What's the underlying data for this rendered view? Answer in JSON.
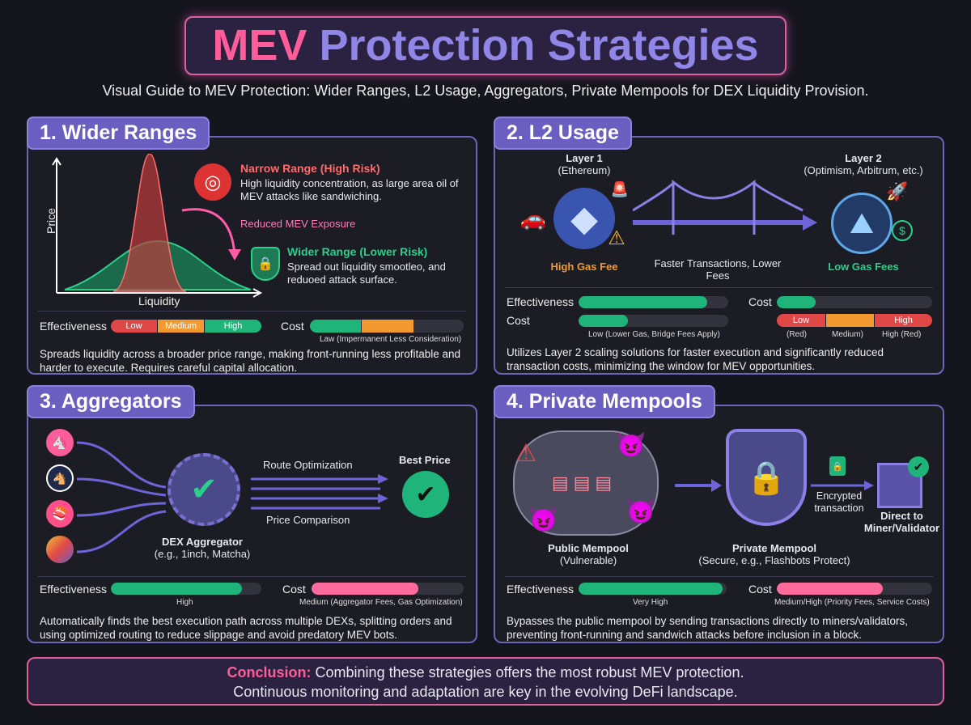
{
  "title": {
    "part1": "MEV",
    "part2": "Protection Strategies"
  },
  "subtitle": "Visual Guide to MEV Protection: Wider Ranges, L2 Usage, Aggregators, Private Mempools for DEX Liquidity Provision.",
  "colors": {
    "accent_pink": "#ff5c9a",
    "accent_purple": "#6a5fc0",
    "green": "#1fb57a",
    "red": "#e04848",
    "orange": "#f29a30"
  },
  "panels": [
    {
      "title": "1. Wider Ranges",
      "y_axis": "Price",
      "x_axis": "Liquidity",
      "narrow": {
        "heading": "Narrow Range (High Risk)",
        "text": "High liquidity concentration, as large area oil of MEV attacks like sandwiching."
      },
      "arrow_label": "Reduced MEV Exposure",
      "wider": {
        "heading": "Wider Range (Lower Risk)",
        "text": "Spread out liquidity smootleo, and reduoed attack surface."
      },
      "effectiveness_label": "Effectiveness",
      "scale": [
        "Low",
        "Medium",
        "High"
      ],
      "cost_label": "Cost",
      "cost_fill_segments": 2,
      "cost_note": "Law (Impermanent Less Consideration)",
      "description": "Spreads liquidity across a broader price range, making front-running less profitable and harder to execute. Requires careful capital allocation."
    },
    {
      "title": "2. L2 Usage",
      "layer1": {
        "title": "Layer 1",
        "sub": "(Ethereum)",
        "fee": "High Gas Fee"
      },
      "bridge_label": "Faster Transactions, Lower Fees",
      "layer2": {
        "title": "Layer 2",
        "sub": "(Optimism, Arbitrum, etc.)",
        "fee": "Low Gas Fees"
      },
      "effectiveness_label": "Effectiveness",
      "effectiveness": 0.86,
      "cost_label": "Cost",
      "cost": 0.33,
      "cost_note": "Low (Lower Gas, Bridge Fees Apply)",
      "right_cost_label": "Cost",
      "right_cost": 0.25,
      "scale": [
        "Low",
        "",
        "High"
      ],
      "scale_notes": [
        "(Red)",
        "Medium)",
        "High (Red)"
      ],
      "description": "Utilizes Layer 2 scaling solutions for faster execution and significantly reduced transaction costs, minimizing the window for MEV opportunities."
    },
    {
      "title": "3. Aggregators",
      "route_label": "Route Optimization",
      "price_label": "Price Comparison",
      "best_price": "Best Price",
      "aggregator": {
        "title": "DEX Aggregator",
        "sub": "(e.g., 1inch, Matcha)"
      },
      "effectiveness_label": "Effectiveness",
      "effectiveness": 0.87,
      "effectiveness_note": "High",
      "cost_label": "Cost",
      "cost": 0.7,
      "cost_note": "Medium (Aggregator Fees, Gas Optimization)",
      "description": "Automatically finds the best execution path across multiple DEXs, splitting orders and using optimized routing to reduce slippage and avoid predatory MEV bots."
    },
    {
      "title": "4. Private Mempools",
      "public": {
        "title": "Public Mempool",
        "sub": "(Vulnerable)"
      },
      "private": {
        "title": "Private Mempool",
        "sub": "(Secure, e.g., Flashbots Protect)"
      },
      "encrypted": "Encrypted transaction",
      "direct": "Direct to Miner/Validator",
      "effectiveness_label": "Effectiveness",
      "effectiveness": 0.97,
      "effectiveness_note": "Very High",
      "cost_label": "Cost",
      "cost": 0.68,
      "cost_note": "Medium/High (Priority Fees, Service Costs)",
      "description": "Bypasses the public mempool by sending transactions directly to miners/validators, preventing front-running and sandwich attacks before inclusion in a block."
    }
  ],
  "conclusion": {
    "label": "Conclusion:",
    "line1": "Combining these strategies offers the most robust MEV protection.",
    "line2": "Continuous monitoring and adaptation are key in the evolving DeFi landscape."
  }
}
